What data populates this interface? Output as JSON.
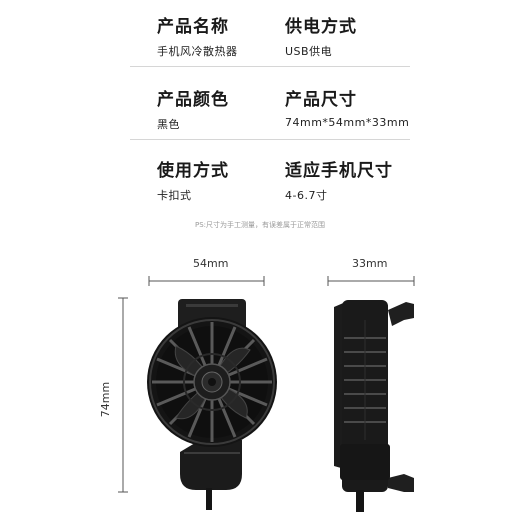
{
  "specs": [
    {
      "label": "产品名称",
      "value": "手机风冷散热器"
    },
    {
      "label": "供电方式",
      "value": "USB供电"
    },
    {
      "label": "产品颜色",
      "value": "黑色"
    },
    {
      "label": "产品尺寸",
      "value": "74mm*54mm*33mm"
    },
    {
      "label": "使用方式",
      "value": "卡扣式"
    },
    {
      "label": "适应手机尺寸",
      "value": "4-6.7寸"
    }
  ],
  "note": "PS:尺寸为手工测量，有误差属于正常范围",
  "dimensions": {
    "width": "54mm",
    "depth": "33mm",
    "height": "74mm"
  },
  "colors": {
    "product": "#1b1b1b",
    "divider": "#d6d6d6"
  }
}
